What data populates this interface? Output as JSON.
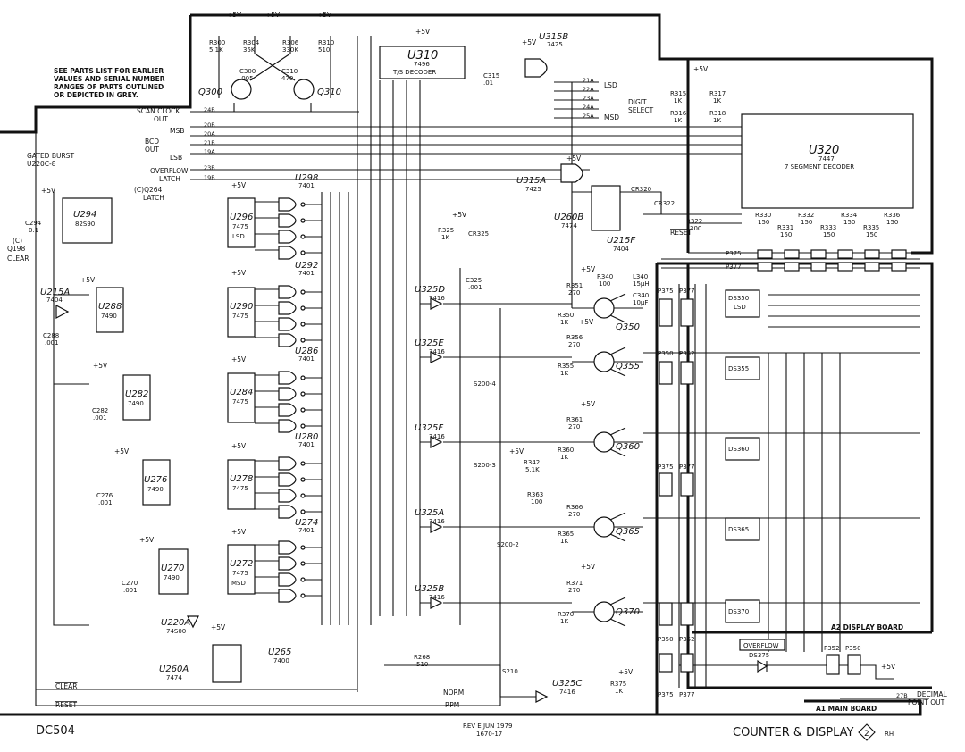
{
  "notes": {
    "parts_note": [
      "SEE PARTS LIST FOR EARLIER",
      "VALUES AND SERIAL NUMBER",
      "RANGES OF PARTS OUTLINED",
      "OR DEPICTED IN GREY."
    ]
  },
  "left_labels": {
    "gated_burst": "GATED BURST",
    "gated_burst_ref": "U220C-8",
    "scan_clock": [
      "SCAN CLOCK",
      "OUT"
    ],
    "bcd": [
      "BCD",
      "OUT"
    ],
    "msb": "MSB",
    "lsb": "LSB",
    "overflow_latch": [
      "OVERFLOW",
      "LATCH"
    ],
    "q264_latch": [
      "(C)Q264",
      "LATCH"
    ],
    "q198_clear": [
      "(C)",
      "Q198",
      "CLEAR"
    ],
    "clear": "CLEAR",
    "reset": "RESET",
    "norm": "NORM",
    "rpm": "RPM"
  },
  "connector_pins": [
    "24B",
    "20B",
    "20A",
    "21B",
    "19A",
    "23B",
    "19B",
    "21A",
    "22A",
    "23A",
    "24A",
    "25A",
    "27B"
  ],
  "digit_select": {
    "lsd": "LSD",
    "msd": "MSD",
    "label": [
      "DIGIT",
      "SELECT"
    ]
  },
  "ics": [
    {
      "ref": "U294",
      "type": "82S90"
    },
    {
      "ref": "U288",
      "type": "7490"
    },
    {
      "ref": "U282",
      "type": "7490"
    },
    {
      "ref": "U276",
      "type": "7490"
    },
    {
      "ref": "U270",
      "type": "7490"
    },
    {
      "ref": "U296",
      "type": "7475",
      "tag": "LSD"
    },
    {
      "ref": "U290",
      "type": "7475"
    },
    {
      "ref": "U284",
      "type": "7475"
    },
    {
      "ref": "U278",
      "type": "7475"
    },
    {
      "ref": "U272",
      "type": "7475",
      "tag": "MSD"
    },
    {
      "ref": "U298",
      "type": "7401"
    },
    {
      "ref": "U292",
      "type": "7401"
    },
    {
      "ref": "U286",
      "type": "7401"
    },
    {
      "ref": "U280",
      "type": "7401"
    },
    {
      "ref": "U274",
      "type": "7401"
    },
    {
      "ref": "U310",
      "type": "7496",
      "desc": "T/S DECODER"
    },
    {
      "ref": "U315B",
      "type": "7425"
    },
    {
      "ref": "U315A",
      "type": "7425"
    },
    {
      "ref": "U320",
      "type": "7447",
      "desc": "7 SEGMENT DECODER"
    },
    {
      "ref": "U260B",
      "type": "7474"
    },
    {
      "ref": "U215F",
      "type": "7404"
    },
    {
      "ref": "U215A",
      "type": "7404"
    },
    {
      "ref": "U220A",
      "type": "74S00"
    },
    {
      "ref": "U260A",
      "type": "7474"
    },
    {
      "ref": "U265",
      "type": "7400"
    },
    {
      "ref": "U325D",
      "type": "7416"
    },
    {
      "ref": "U325E",
      "type": "7416"
    },
    {
      "ref": "U325F",
      "type": "7416"
    },
    {
      "ref": "U325A",
      "type": "7416"
    },
    {
      "ref": "U325B",
      "type": "7416"
    },
    {
      "ref": "U325C",
      "type": "7416"
    }
  ],
  "resistors": [
    {
      "ref": "R300",
      "val": "5.1K"
    },
    {
      "ref": "R304",
      "val": "35K"
    },
    {
      "ref": "R306",
      "val": "330K"
    },
    {
      "ref": "R310",
      "val": "510"
    },
    {
      "ref": "R315",
      "val": "1K"
    },
    {
      "ref": "R316",
      "val": "1K"
    },
    {
      "ref": "R317",
      "val": "1K"
    },
    {
      "ref": "R318",
      "val": "1K"
    },
    {
      "ref": "R325",
      "val": "1K"
    },
    {
      "ref": "R322",
      "val": "300"
    },
    {
      "ref": "R330",
      "val": "150"
    },
    {
      "ref": "R331",
      "val": "150"
    },
    {
      "ref": "R332",
      "val": "150"
    },
    {
      "ref": "R333",
      "val": "150"
    },
    {
      "ref": "R334",
      "val": "150"
    },
    {
      "ref": "R335",
      "val": "150"
    },
    {
      "ref": "R336",
      "val": "150"
    },
    {
      "ref": "R351",
      "val": "270"
    },
    {
      "ref": "R350",
      "val": "1K"
    },
    {
      "ref": "R340",
      "val": "100"
    },
    {
      "ref": "R356",
      "val": "270"
    },
    {
      "ref": "R355",
      "val": "1K"
    },
    {
      "ref": "R361",
      "val": "270"
    },
    {
      "ref": "R360",
      "val": "1K"
    },
    {
      "ref": "R342",
      "val": "5.1K"
    },
    {
      "ref": "R363",
      "val": "100"
    },
    {
      "ref": "R366",
      "val": "270"
    },
    {
      "ref": "R365",
      "val": "1K"
    },
    {
      "ref": "R371",
      "val": "270"
    },
    {
      "ref": "R370",
      "val": "1K"
    },
    {
      "ref": "R268",
      "val": "510"
    },
    {
      "ref": "R375",
      "val": "1K"
    }
  ],
  "capacitors": [
    {
      "ref": "C300",
      "val": ".005"
    },
    {
      "ref": "C310",
      "val": "470"
    },
    {
      "ref": "C315",
      "val": ".01"
    },
    {
      "ref": "C294",
      "val": "0.1"
    },
    {
      "ref": "C288",
      "val": ".001"
    },
    {
      "ref": "C282",
      "val": ".001"
    },
    {
      "ref": "C276",
      "val": ".001"
    },
    {
      "ref": "C270",
      "val": ".001"
    },
    {
      "ref": "C325",
      "val": ".001"
    },
    {
      "ref": "C340",
      "val": "10μF"
    }
  ],
  "inductors": [
    {
      "ref": "L340",
      "val": "15μH"
    }
  ],
  "transistors": [
    "Q300",
    "Q310",
    "Q350",
    "Q355",
    "Q360",
    "Q365",
    "Q370"
  ],
  "displays": [
    {
      "ref": "DS350",
      "tag": "LSD"
    },
    {
      "ref": "DS355"
    },
    {
      "ref": "DS360"
    },
    {
      "ref": "DS365"
    },
    {
      "ref": "DS370"
    }
  ],
  "diodes": [
    "CR320",
    "CR322",
    "CR325"
  ],
  "switches": [
    "S200-4",
    "S200-3",
    "S200-2",
    "S210"
  ],
  "connectors": {
    "p375": "P375",
    "p377": "P377",
    "p350": "P350",
    "p352": "P352"
  },
  "supply": "+5V",
  "overflow": {
    "label": "OVERFLOW",
    "ref": "DS375"
  },
  "boards": {
    "a2": "A2 DISPLAY BOARD",
    "a1": "A1 MAIN BOARD"
  },
  "decimal_point": [
    "DECIMAL",
    "POINT OUT"
  ],
  "footer": {
    "model": "DC504",
    "rev": "REV E JUN 1979",
    "part": "1670-17",
    "title": "COUNTER & DISPLAY",
    "diagram_no": "2",
    "initials": "RH"
  }
}
